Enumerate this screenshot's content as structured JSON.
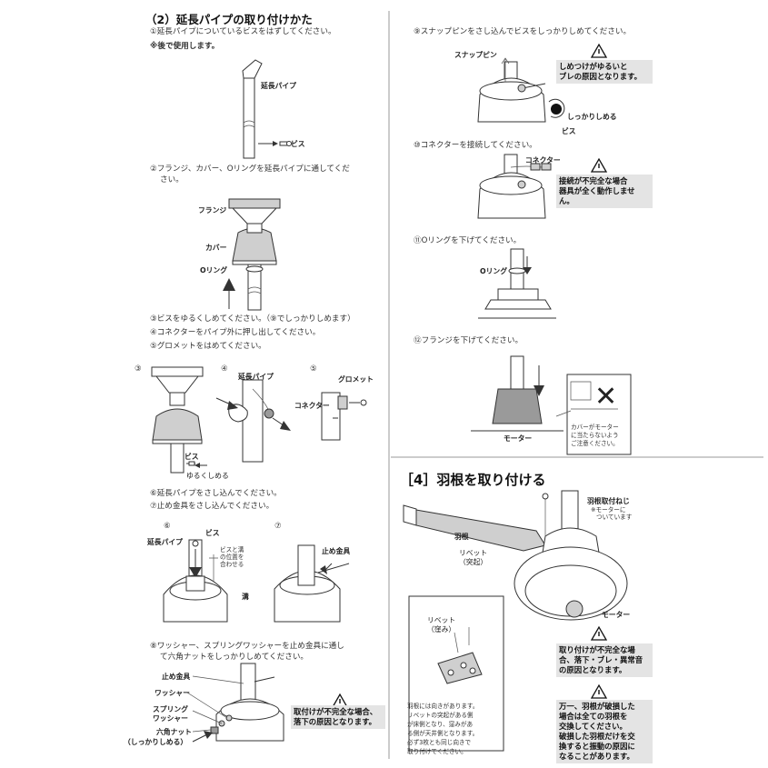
{
  "section2": {
    "title": "（2）延長パイプの取り付けかた",
    "step1": "①延長パイプについているビスをはずしてください。",
    "step1_note": "※後で使用します。",
    "step2_line1": "②フランジ、カバー、Oリングを延長パイプに通してくだ",
    "step2_line2": "さい。",
    "step3": "③ビスをゆるくしめてください。（⑨でしっかりしめます）",
    "step4": "④コネクターをパイプ外に押し出してください。",
    "step5": "⑤グロメットをはめてください。",
    "step6": "⑥延長パイプをさし込んでください。",
    "step7": "⑦止め金具をさし込んでください。",
    "step8_line1": "⑧ワッシャー、スプリングワッシャーを止め金具に通し",
    "step8_line2": "て六角ナットをしっかりしめてください。",
    "labels": {
      "pipe": "延長パイプ",
      "screw": "ビス",
      "flange": "フランジ",
      "cover": "カバー",
      "oring": "Oリング",
      "loosen": "ゆるくしめる",
      "connector": "コネクター",
      "grommet": "グロメット",
      "align_line1": "ビスと溝",
      "align_line2": "の位置を",
      "align_line3": "合わせる",
      "groove": "溝",
      "stopper": "止め金具",
      "washer": "ワッシャー",
      "spring_washer_line1": "スプリング",
      "spring_washer_line2": "ワッシャー",
      "hex_nut": "六角ナット",
      "tighten": "（しっかりしめる）"
    },
    "fig_numbers": [
      "③",
      "④",
      "⑤",
      "⑥",
      "⑦"
    ],
    "warning8": "取付けが不完全な場合、\n落下の原因となります。"
  },
  "section2b": {
    "step9": "⑨スナップピンをさし込んでビスをしっかりしめてください。",
    "step10": "⑩コネクターを接続してください。",
    "step11": "⑪Oリングを下げてください。",
    "step12": "⑫フランジを下げてください。",
    "labels": {
      "snap_pin": "スナップピン",
      "tighten": "しっかりしめる",
      "screw": "ビス",
      "connector": "コネクター",
      "oring": "Oリング",
      "motor": "モーター",
      "cover_note_line1": "カバーがモーター",
      "cover_note_line2": "に当たらないよう",
      "cover_note_line3": "ご注意ください。"
    },
    "warning9": "しめつけがゆるいと\nブレの原因となります。",
    "warning10": "接続が不完全な場合\n器具が全く動作しません。",
    "x_mark": "✕"
  },
  "section4": {
    "title": "［4］羽根を取り付ける",
    "labels": {
      "blade_screw": "羽根取付ねじ",
      "blade_screw_note_line1": "※モーターに",
      "blade_screw_note_line2": "ついています",
      "blade": "羽根",
      "rivet": "リベット",
      "rivet_raised": "（突起）",
      "rivet_recessed_line1": "リベット",
      "rivet_recessed_line2": "（窪み）",
      "motor": "モーター"
    },
    "note": "羽根には向きがあります。\nリベットの突起がある側\nが床側となり、窪みがあ\nる側が天井側となります。\n必ず3枚とも同じ向きで\n取り付けてください。",
    "warning_a": "取り付けが不完全な場\n合、落下・ブレ・異常音\nの原因となります。",
    "warning_b": "万一、羽根が破損した\n場合は全ての羽根を\n交換してください。\n破損した羽根だけを交\n換すると振動の原因に\nなることがあります。"
  }
}
